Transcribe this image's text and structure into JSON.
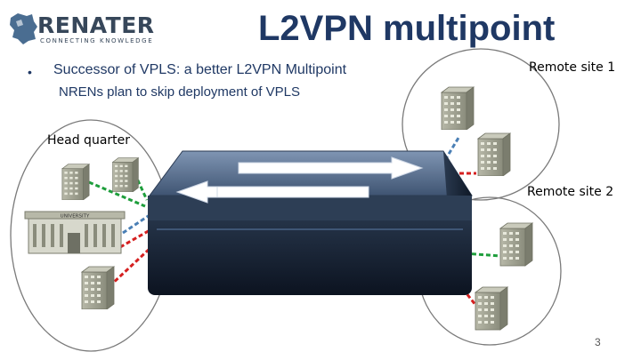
{
  "logo": {
    "name": "RENATER",
    "tagline": "CONNECTING KNOWLEDGE"
  },
  "slide": {
    "title": "L2VPN multipoint",
    "bullet_marker": "•",
    "bullets": [
      "Successor of VPLS: a better L2VPN Multipoint",
      "NRENs plan to skip deployment of VPLS"
    ],
    "page_number": "3"
  },
  "diagram": {
    "sites": {
      "head_quarter": "Head quarter",
      "remote_site_1": "Remote site 1",
      "remote_site_2": "Remote site 2"
    },
    "university_sign": "UNIVERSITY",
    "colors": {
      "title": "#1f3864",
      "link_green": "#1e9e3c",
      "link_blue": "#4a7fb5",
      "link_red": "#d52020",
      "switch_body": "#1c2a3b",
      "switch_top": "#5d7392"
    }
  }
}
